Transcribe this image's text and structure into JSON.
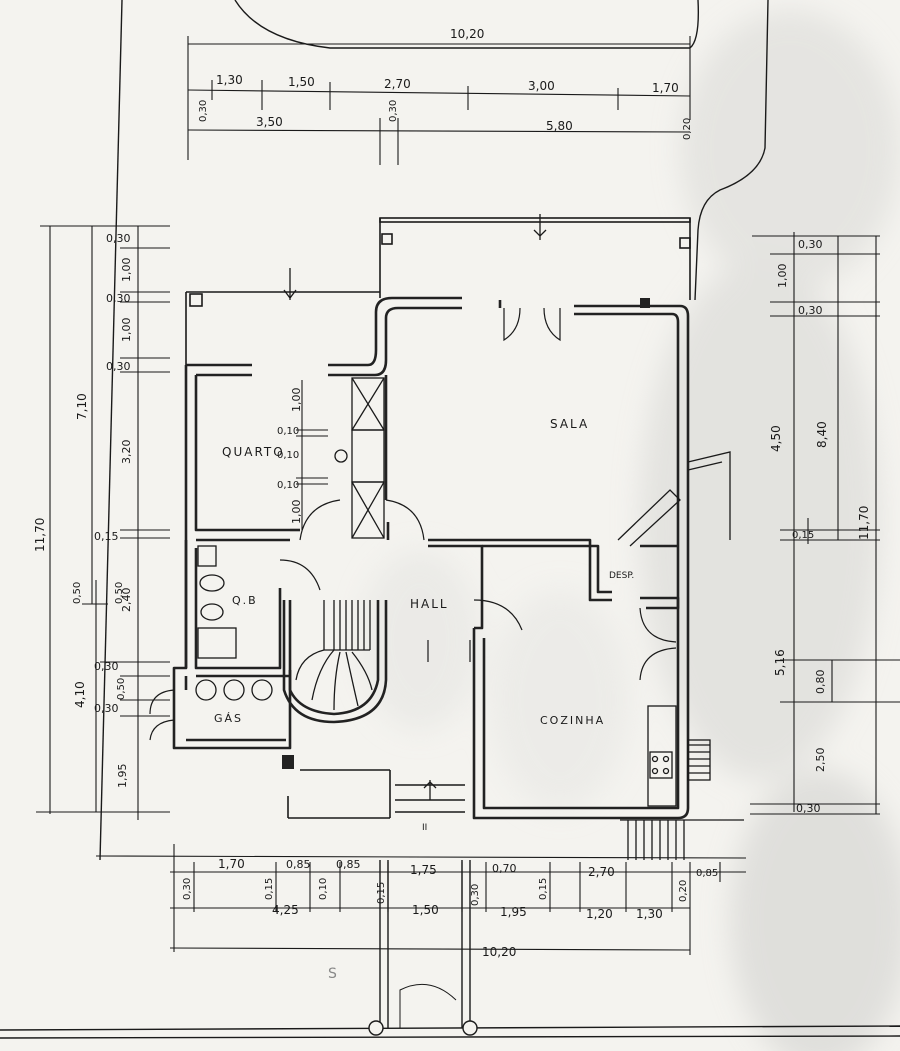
{
  "colors": {
    "paper": "#f4f3ef",
    "ink": "#1a1a1a",
    "wall": "#222222",
    "stain": "#d9d9d6"
  },
  "rooms": {
    "sala": "SALA",
    "quarto": "QUARTO",
    "hall": "HALL",
    "cozinha": "COZINHA",
    "wc": "Q.B",
    "gas": "GÁS",
    "despensa": "DESP."
  },
  "dims": {
    "top_total": "10,20",
    "top_row1": [
      "1,30",
      "1,50",
      "2,70",
      "3,00",
      "1,70"
    ],
    "top_row2": [
      "0,30",
      "3,50",
      "0,30",
      "5,80",
      "0,20"
    ],
    "left_outer": "11,70",
    "left_mid": [
      "7,10",
      "4,10"
    ],
    "left_inner": [
      "0,30",
      "1,00",
      "0,30",
      "1,00",
      "0,30",
      "3,20",
      "0,15",
      "2,40",
      "0,50",
      "0,30",
      "0,50",
      "0,30",
      "1,95"
    ],
    "left_small": "0,50",
    "quarto_inner": [
      "1,00",
      "0,10",
      "0,10",
      "0,10",
      "1,00"
    ],
    "right_inner": [
      "0,30",
      "1,00",
      "0,30",
      "4,50",
      "0,15",
      "5,16",
      "0,80",
      "2,50",
      "0,30"
    ],
    "right_mid": "8,40",
    "right_outer": "11,70",
    "bottom_row1": [
      "1,70",
      "0,85",
      "0,85",
      "1,75",
      "0,70",
      "2,70",
      "0,85"
    ],
    "bottom_row2": [
      "0,30",
      "0,15",
      "4,25",
      "0,10",
      "0,15",
      "1,50",
      "0,30",
      "0,15",
      "1,95",
      "1,20",
      "1,30",
      "0,20"
    ],
    "bottom_total": "10,20"
  },
  "marks": {
    "bottom_tick": "II",
    "bottom_s": "S"
  }
}
